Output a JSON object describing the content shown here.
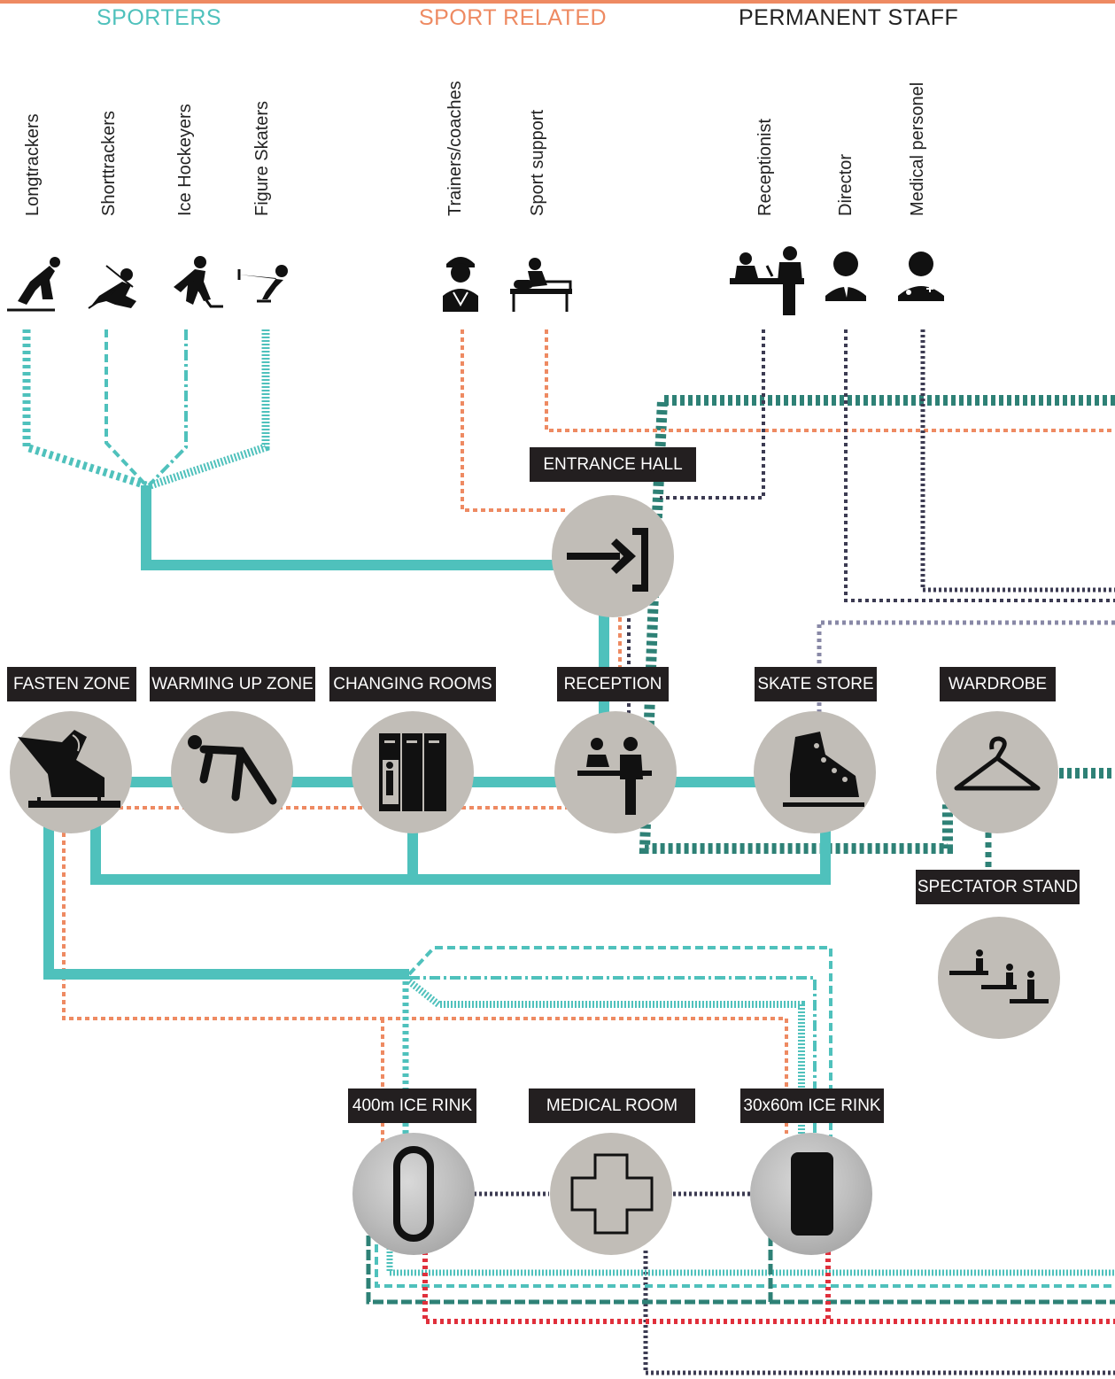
{
  "colors": {
    "sporters": "#4fc1bc",
    "sport_related": "#ee8a62",
    "permanent_staff": "#3c3b52",
    "dark_teal": "#2e8176",
    "red": "#e0303c",
    "purple_grey": "#8888a6",
    "node_fill": "#c1bdb7",
    "label_bg": "#231f20"
  },
  "categories": {
    "sporters": "SPORTERS",
    "sport_related": "SPORT RELATED",
    "permanent_staff": "PERMANENT STAFF"
  },
  "roles": {
    "longtrackers": "Longtrackers",
    "shorttrackers": "Shorttrackers",
    "ice_hockeyers": "Ice Hockeyers",
    "figure_skaters": "Figure Skaters",
    "trainers": "Trainers/coaches",
    "sport_support": "Sport support",
    "receptionist": "Receptionist",
    "director": "Director",
    "medical": "Medical personel"
  },
  "spaces": {
    "entrance_hall": "ENTRANCE HALL",
    "fasten_zone": "FASTEN ZONE",
    "warming_up_zone": "WARMING UP ZONE",
    "changing_rooms": "CHANGING ROOMS",
    "reception": "RECEPTION",
    "skate_store": "SKATE STORE",
    "wardrobe": "WARDROBE",
    "spectator_stand": "SPECTATOR STAND",
    "ice_rink_400": "400m ICE RINK",
    "medical_room": "MEDICAL ROOM",
    "ice_rink_30x60": "30x60m ICE RINK"
  },
  "icons": [
    "speed-skater-icon",
    "short-track-skater-icon",
    "hockey-player-icon",
    "figure-skater-icon",
    "coach-icon",
    "massage-table-icon",
    "receptionist-desk-icon",
    "director-icon",
    "doctor-icon",
    "entrance-arrow-icon",
    "skate-fasten-icon",
    "stretching-person-icon",
    "lockers-icon",
    "reception-desk-icon",
    "skate-boot-icon",
    "coat-hanger-icon",
    "spectator-seats-icon",
    "oval-track-icon",
    "medical-cross-icon",
    "rectangular-rink-icon"
  ]
}
